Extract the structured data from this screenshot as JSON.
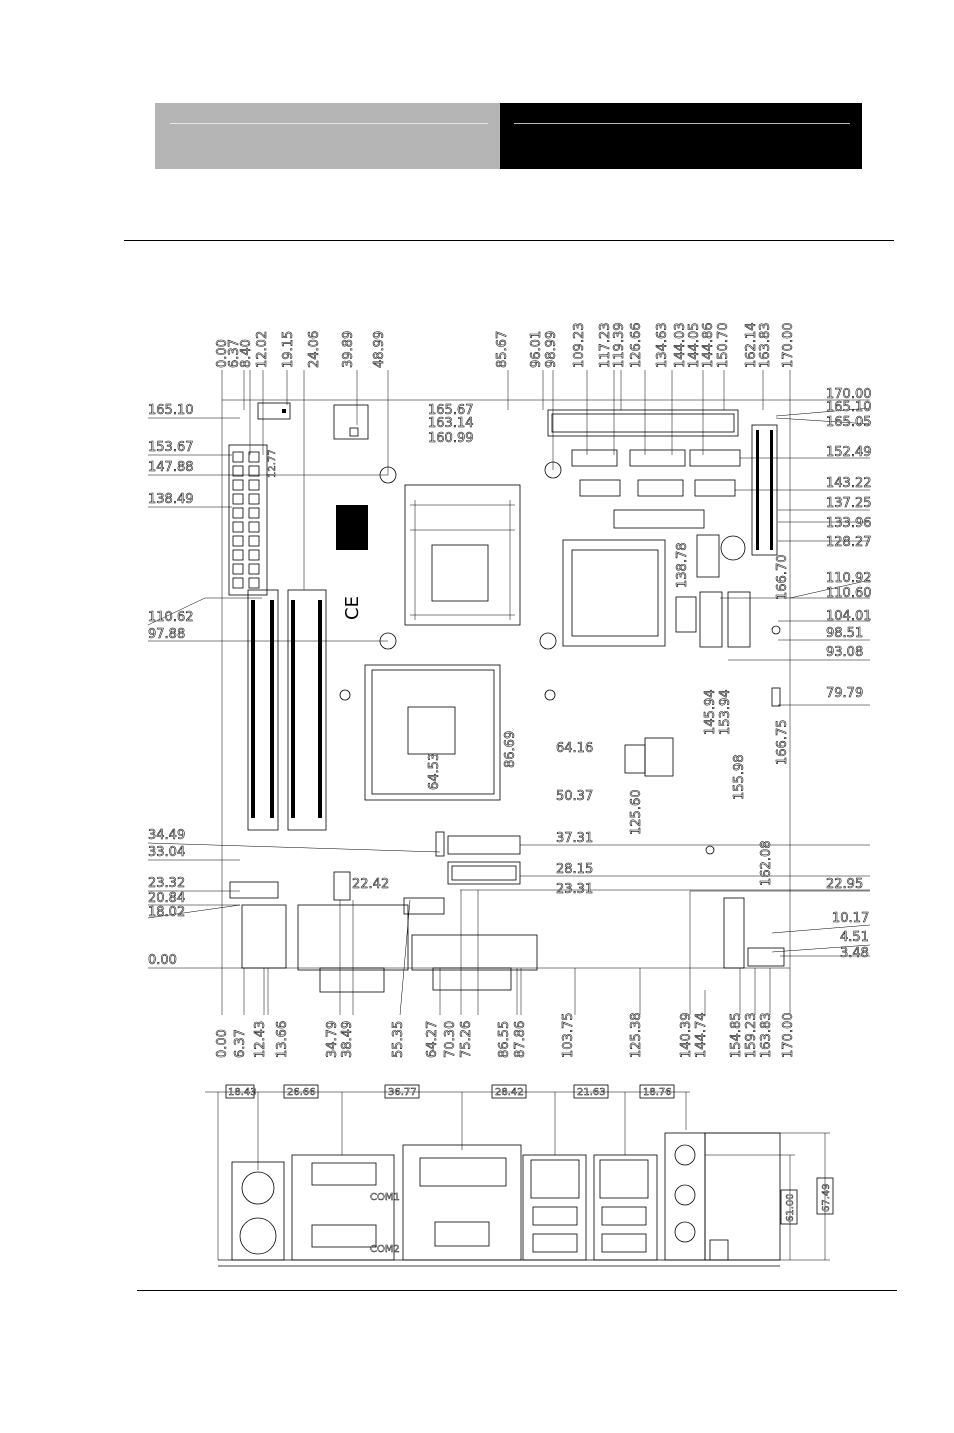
{
  "top_view": {
    "top_labels": [
      "0.00",
      "6.37",
      "8.40",
      "12.02",
      "19.15",
      "24.06",
      "39.89",
      "48.99",
      "85.67",
      "96.01",
      "98.99",
      "109.23",
      "117.23",
      "119.39",
      "126.66",
      "134.63",
      "144.03",
      "144.05",
      "144.86",
      "150.70",
      "162.14",
      "163.83",
      "170.00"
    ],
    "left_labels": [
      "165.10",
      "153.67",
      "147.88",
      "138.49",
      "110.62",
      "97.88",
      "34.49",
      "33.04",
      "23.32",
      "20.84",
      "18.02",
      "0.00"
    ],
    "right_labels": [
      "170.00",
      "165.10",
      "165.05",
      "152.49",
      "143.22",
      "137.25",
      "133.96",
      "128.27",
      "110.92",
      "110.60",
      "104.01",
      "98.51",
      "93.08",
      "79.79",
      "37.31",
      "28.15",
      "23.31",
      "22.95",
      "10.17",
      "4.51",
      "3.48"
    ],
    "bottom_labels": [
      "0.00",
      "6.37",
      "12.43",
      "13.66",
      "34.79",
      "38.49",
      "55.35",
      "64.27",
      "70.30",
      "75.26",
      "86.55",
      "87.86",
      "103.75",
      "125.38",
      "140.39",
      "144.74",
      "154.85",
      "159.23",
      "163.83",
      "170.00"
    ],
    "inner_labels": {
      "l165_67": "165.67",
      "l163_14": "163.14",
      "l160_99": "160.99",
      "l12_77": "12.77",
      "l64_53": "64.53",
      "l86_69": "86.69",
      "l64_16": "64.16",
      "l50_37": "50.37",
      "l125_60": "125.60",
      "l138_78": "138.78",
      "l166_70": "166.70",
      "l145_94": "145.94",
      "l153_94": "153.94",
      "l155_98": "155.98",
      "l166_75": "166.75",
      "l162_08": "162.08",
      "l22_42": "22.42",
      "com1": "COM1",
      "com2": "COM2"
    }
  },
  "io_view": {
    "spacing_labels": [
      "18.43",
      "26.66",
      "36.77",
      "28.42",
      "21.63",
      "18.76"
    ],
    "height_labels": [
      "61.00",
      "67.49"
    ]
  }
}
